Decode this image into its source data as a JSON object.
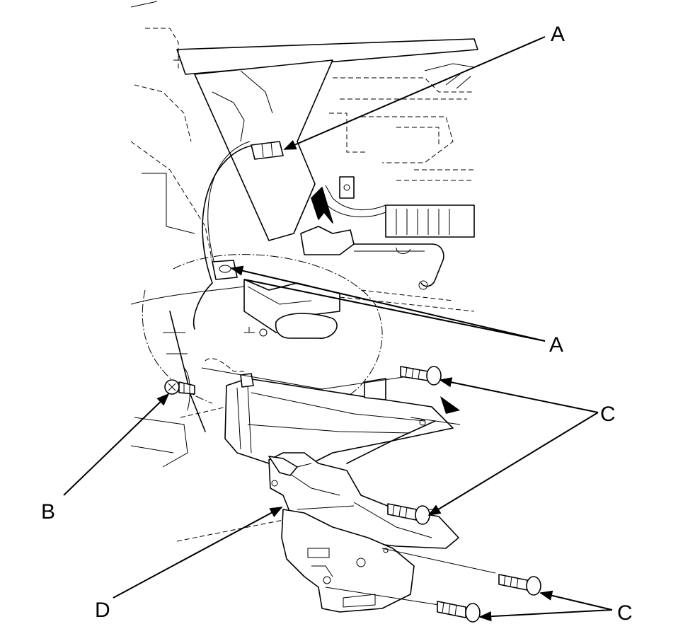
{
  "labels": {
    "a_top": "A",
    "a_bottom": "A",
    "b": "B",
    "c_right": "C",
    "c_bottom": "C",
    "d": "D"
  }
}
